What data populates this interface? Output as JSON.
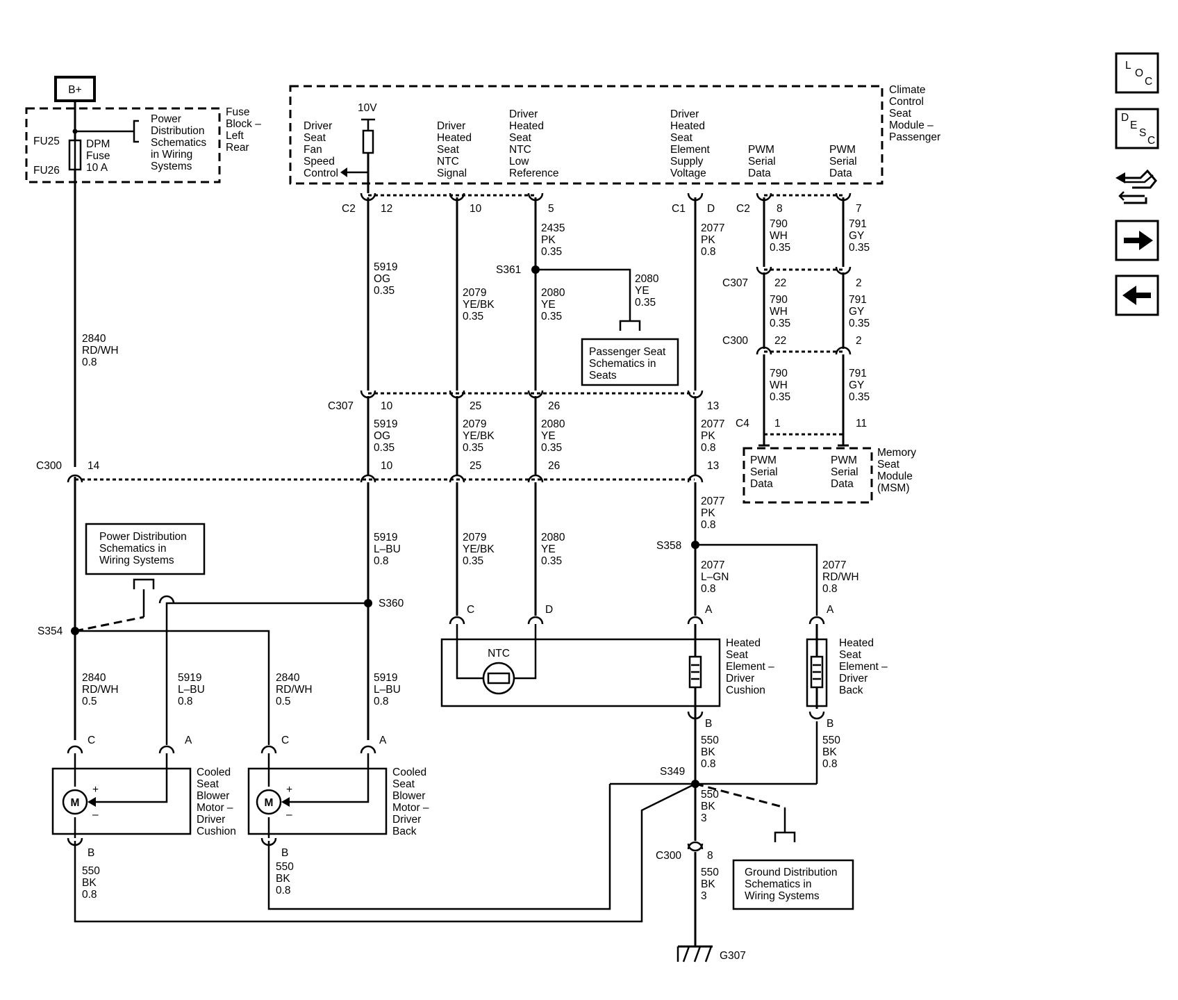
{
  "source": {
    "label": "B+"
  },
  "fuse_block": {
    "title": [
      "Fuse",
      "Block –",
      "Left",
      "Rear"
    ],
    "pins": [
      "FU25",
      "FU26"
    ],
    "fuse": [
      "DPM",
      "Fuse",
      "10 A"
    ],
    "ref": [
      "Power",
      "Distribution",
      "Schematics",
      "in Wiring",
      "Systems"
    ]
  },
  "module": {
    "title": [
      "Climate",
      "Control",
      "Seat",
      "Module –",
      "Passenger"
    ],
    "voltage": "10V",
    "pins": {
      "fan": [
        "Driver",
        "Seat",
        "Fan",
        "Speed",
        "Control"
      ],
      "ntc_signal": [
        "Driver",
        "Heated",
        "Seat",
        "NTC",
        "Signal"
      ],
      "ntc_low": [
        "Driver",
        "Heated",
        "Seat",
        "NTC",
        "Low",
        "Reference"
      ],
      "supply": [
        "Driver",
        "Heated",
        "Seat",
        "Element",
        "Supply",
        "Voltage"
      ],
      "pwm1": [
        "PWM",
        "Serial",
        "Data"
      ],
      "pwm2": [
        "PWM",
        "Serial",
        "Data"
      ]
    }
  },
  "msm": {
    "title": [
      "Memory",
      "Seat",
      "Module",
      "(MSM)"
    ],
    "pin1": [
      "PWM",
      "Serial",
      "Data"
    ],
    "pin2": [
      "PWM",
      "Serial",
      "Data"
    ]
  },
  "connectors": {
    "c2": "C2",
    "c1": "C1",
    "c2b": "C2",
    "c307": "C307",
    "c307b": "C307",
    "c300": "C300",
    "c300b": "C300",
    "c300c": "C300",
    "c4": "C4"
  },
  "pins": {
    "fan_c2": "12",
    "sig_c2": "10",
    "low_c2": "5",
    "sup_c1": "D",
    "pwm1_c2": "8",
    "pwm2_c2": "7",
    "pwm1_c307": "22",
    "pwm2_c307": "2",
    "pwm1_c300": "22",
    "pwm2_c300": "2",
    "pwm1_c4": "1",
    "pwm2_c4": "11",
    "fan_c307": "10",
    "sig_c307": "25",
    "low_c307": "26",
    "sup_c307": "13",
    "bplus_c300": "14",
    "fan_c300": "10",
    "sig_c300": "25",
    "low_c300": "26",
    "sup_c300": "13",
    "ntc_c": "C",
    "ntc_d": "D",
    "cush_a": "A",
    "cush_b": "B",
    "back_a": "A",
    "back_b": "B",
    "m1_c": "C",
    "m1_a": "A",
    "m1_b": "B",
    "m2_c": "C",
    "m2_a": "A",
    "m2_b": "B",
    "gnd_c300": "8"
  },
  "wires": {
    "bplus_top": [
      "2840",
      "RD/WH",
      "0.8"
    ],
    "fan_top": [
      "5919",
      "OG",
      "0.35"
    ],
    "fan_mid": [
      "5919",
      "OG",
      "0.35"
    ],
    "fan_low": [
      "5919",
      "L–BU",
      "0.8"
    ],
    "sig_top": [
      "2079",
      "YE/BK",
      "0.35"
    ],
    "sig_mid": [
      "2079",
      "YE/BK",
      "0.35"
    ],
    "sig_low": [
      "2079",
      "YE/BK",
      "0.35"
    ],
    "low_top": [
      "2435",
      "PK",
      "0.35"
    ],
    "low_split": [
      "2080",
      "YE",
      "0.35"
    ],
    "low_branch": [
      "2080",
      "YE",
      "0.35"
    ],
    "low_mid": [
      "2080",
      "YE",
      "0.35"
    ],
    "low_low": [
      "2080",
      "YE",
      "0.35"
    ],
    "sup_top": [
      "2077",
      "PK",
      "0.8"
    ],
    "sup_mid": [
      "2077",
      "PK",
      "0.8"
    ],
    "sup_low": [
      "2077",
      "PK",
      "0.8"
    ],
    "sup_cush": [
      "2077",
      "L–GN",
      "0.8"
    ],
    "sup_back": [
      "2077",
      "RD/WH",
      "0.8"
    ],
    "pwm1_a": [
      "790",
      "WH",
      "0.35"
    ],
    "pwm1_b": [
      "790",
      "WH",
      "0.35"
    ],
    "pwm1_c": [
      "790",
      "WH",
      "0.35"
    ],
    "pwm2_a": [
      "791",
      "GY",
      "0.35"
    ],
    "pwm2_b": [
      "791",
      "GY",
      "0.35"
    ],
    "pwm2_c": [
      "791",
      "GY",
      "0.35"
    ],
    "m1_pwr": [
      "2840",
      "RD/WH",
      "0.5"
    ],
    "m1_ctl": [
      "5919",
      "L–BU",
      "0.8"
    ],
    "m2_pwr": [
      "2840",
      "RD/WH",
      "0.5"
    ],
    "m2_ctl": [
      "5919",
      "L–BU",
      "0.8"
    ],
    "m1_gnd": [
      "550",
      "BK",
      "0.8"
    ],
    "m2_gnd": [
      "550",
      "BK",
      "0.8"
    ],
    "cush_gnd": [
      "550",
      "BK",
      "0.8"
    ],
    "back_gnd": [
      "550",
      "BK",
      "0.8"
    ],
    "gnd_main": [
      "550",
      "BK",
      "3"
    ],
    "gnd_final": [
      "550",
      "BK",
      "3"
    ]
  },
  "splices": {
    "s361": "S361",
    "s358": "S358",
    "s360": "S360",
    "s354": "S354",
    "s349": "S349"
  },
  "refs": {
    "passenger": [
      "Passenger Seat",
      "Schematics in",
      "Seats"
    ],
    "power": [
      "Power Distribution",
      "Schematics in",
      "Wiring Systems"
    ],
    "ground": [
      "Ground Distribution",
      "Schematics in",
      "Wiring Systems"
    ]
  },
  "components": {
    "ntc": "NTC",
    "cushion_heater": [
      "Heated",
      "Seat",
      "Element –",
      "Driver",
      "Cushion"
    ],
    "back_heater": [
      "Heated",
      "Seat",
      "Element –",
      "Driver",
      "Back"
    ],
    "motor_cushion": [
      "Cooled",
      "Seat",
      "Blower",
      "Motor –",
      "Driver",
      "Cushion"
    ],
    "motor_back": [
      "Cooled",
      "Seat",
      "Blower",
      "Motor –",
      "Driver",
      "Back"
    ],
    "motor_symbol": "M",
    "plus": "+",
    "minus": "–"
  },
  "ground": {
    "label": "G307"
  },
  "nav": {
    "loc": [
      "L",
      "O",
      "C"
    ],
    "desc": [
      "D",
      "E",
      "S",
      "C"
    ]
  }
}
